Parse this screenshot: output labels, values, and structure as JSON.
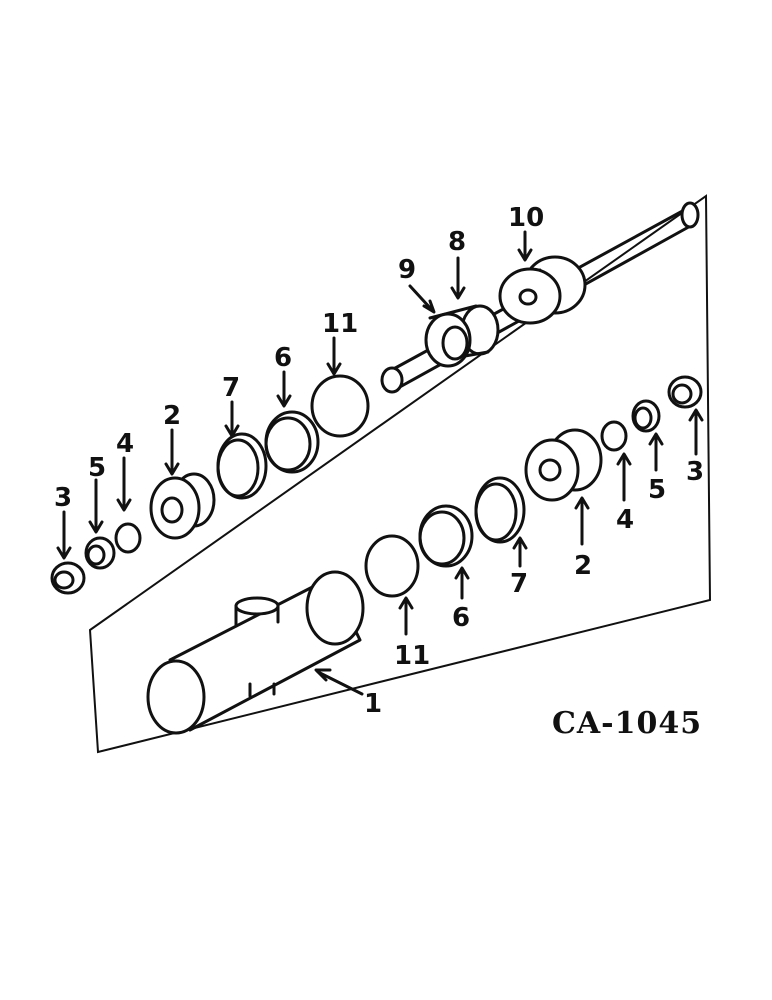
{
  "diagram": {
    "drawing_code": "CA-1045",
    "callouts": [
      "1",
      "2",
      "3",
      "4",
      "5",
      "6",
      "7",
      "8",
      "9",
      "10",
      "11"
    ]
  }
}
